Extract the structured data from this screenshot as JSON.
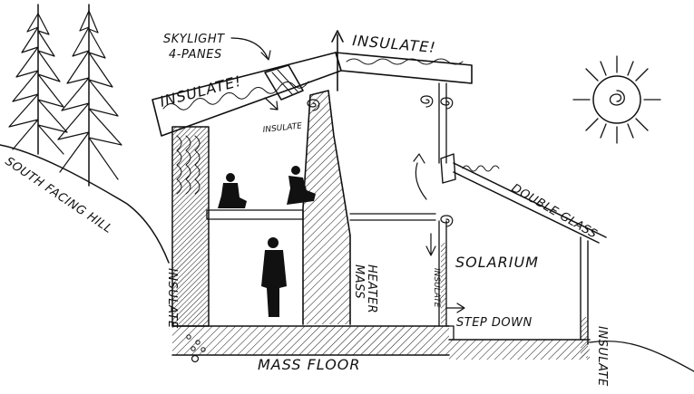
{
  "labels": {
    "skylight": "SKYLIGHT",
    "skylight_panes": "4-PANES",
    "insulate_roof_right": "INSULATE!",
    "insulate_roof_left": "INSULATE!",
    "insulate_inner_roof": "INSULATE",
    "insulate_left_wall": "INSULATE",
    "insulate_divider": "INSULATE",
    "insulate_right_wall": "INSULATE",
    "south_facing_hill": "SOUTH FACING HILL",
    "double_glass": "DOUBLE GLASS",
    "solarium": "SOLARIUM",
    "mass_heater_line1": "MASS",
    "mass_heater_line2": "HEATER",
    "step_down": "STEP DOWN",
    "mass_floor": "MASS FLOOR"
  },
  "icons": [
    "tree-icon",
    "sun-icon",
    "person-icon",
    "airflow-swirl-icon",
    "arrow-icon"
  ],
  "colors": {
    "ink": "#111111",
    "paper": "#ffffff"
  }
}
